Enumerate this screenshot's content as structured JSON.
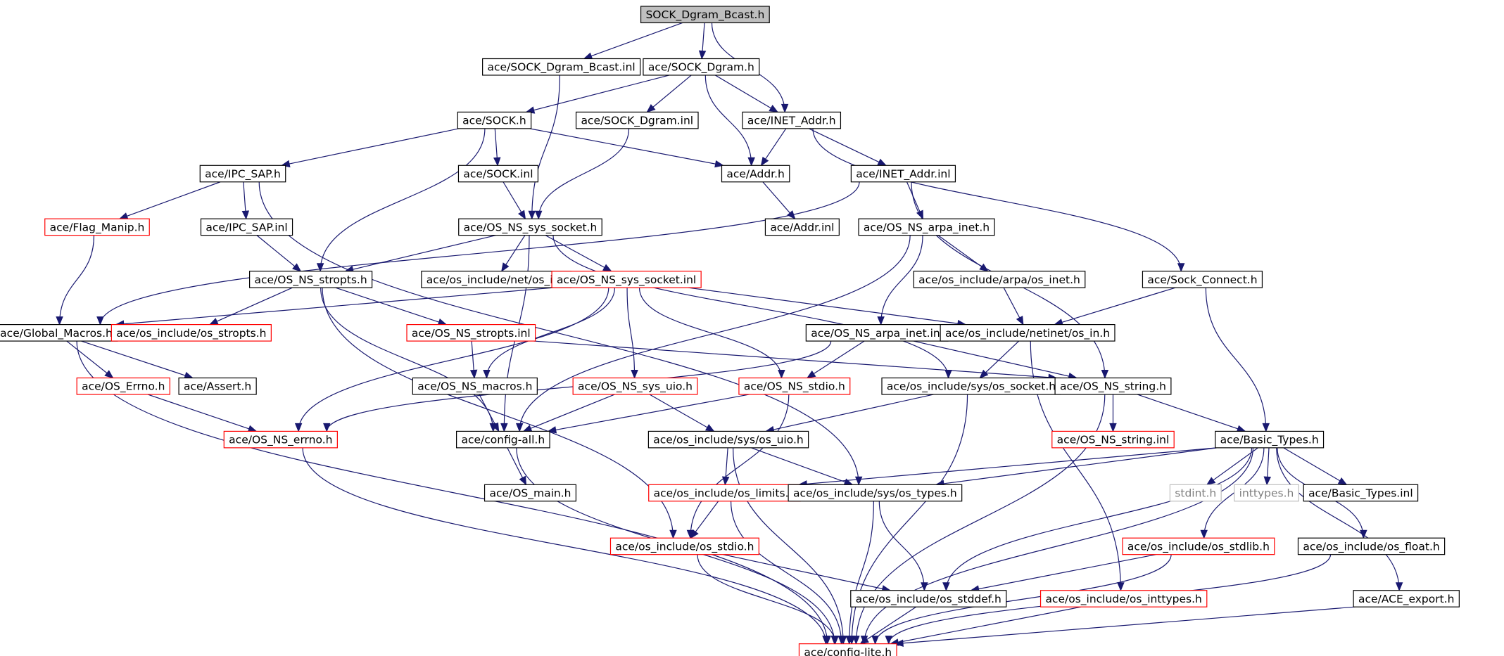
{
  "colors": {
    "edge": "#191970",
    "node_border_default": "#000000",
    "node_border_truncated": "#ff0000",
    "node_border_external": "#bfbfbf",
    "root_fill": "#bfbfbf",
    "text_default": "#000000",
    "text_external": "#7f7f7f"
  },
  "nodes": [
    {
      "id": "root",
      "label": "SOCK_Dgram_Bcast.h",
      "kind": "root"
    },
    {
      "id": "bcast_inl",
      "label": "ace/SOCK_Dgram_Bcast.inl",
      "kind": "normal"
    },
    {
      "id": "dgram_h",
      "label": "ace/SOCK_Dgram.h",
      "kind": "normal"
    },
    {
      "id": "sock_h",
      "label": "ace/SOCK.h",
      "kind": "normal"
    },
    {
      "id": "dgram_inl",
      "label": "ace/SOCK_Dgram.inl",
      "kind": "normal"
    },
    {
      "id": "inet_addr_h",
      "label": "ace/INET_Addr.h",
      "kind": "normal"
    },
    {
      "id": "ipc_sap_h",
      "label": "ace/IPC_SAP.h",
      "kind": "normal"
    },
    {
      "id": "sock_inl",
      "label": "ace/SOCK.inl",
      "kind": "normal"
    },
    {
      "id": "addr_h",
      "label": "ace/Addr.h",
      "kind": "normal"
    },
    {
      "id": "inet_addr_inl",
      "label": "ace/INET_Addr.inl",
      "kind": "normal"
    },
    {
      "id": "flag_manip",
      "label": "ace/Flag_Manip.h",
      "kind": "truncated"
    },
    {
      "id": "ipc_sap_inl",
      "label": "ace/IPC_SAP.inl",
      "kind": "normal"
    },
    {
      "id": "os_sys_socket_h",
      "label": "ace/OS_NS_sys_socket.h",
      "kind": "normal"
    },
    {
      "id": "addr_inl",
      "label": "ace/Addr.inl",
      "kind": "normal"
    },
    {
      "id": "os_arpa_inet_h",
      "label": "ace/OS_NS_arpa_inet.h",
      "kind": "normal"
    },
    {
      "id": "os_stropts_h",
      "label": "ace/OS_NS_stropts.h",
      "kind": "normal"
    },
    {
      "id": "net_os_if",
      "label": "ace/os_include/net/os_if.h",
      "kind": "normal"
    },
    {
      "id": "os_sys_socket_inl",
      "label": "ace/OS_NS_sys_socket.inl",
      "kind": "truncated"
    },
    {
      "id": "arpa_os_inet",
      "label": "ace/os_include/arpa/os_inet.h",
      "kind": "normal"
    },
    {
      "id": "sock_connect",
      "label": "ace/Sock_Connect.h",
      "kind": "normal"
    },
    {
      "id": "global_macros",
      "label": "ace/Global_Macros.h",
      "kind": "normal"
    },
    {
      "id": "os_stropts_inc",
      "label": "ace/os_include/os_stropts.h",
      "kind": "truncated"
    },
    {
      "id": "os_stropts_inl",
      "label": "ace/OS_NS_stropts.inl",
      "kind": "truncated"
    },
    {
      "id": "os_arpa_inet_inl",
      "label": "ace/OS_NS_arpa_inet.inl",
      "kind": "normal"
    },
    {
      "id": "netinet_os_in",
      "label": "ace/os_include/netinet/os_in.h",
      "kind": "normal"
    },
    {
      "id": "os_errno_cap",
      "label": "ace/OS_Errno.h",
      "kind": "truncated"
    },
    {
      "id": "assert_h",
      "label": "ace/Assert.h",
      "kind": "normal"
    },
    {
      "id": "os_macros",
      "label": "ace/OS_NS_macros.h",
      "kind": "normal"
    },
    {
      "id": "os_sys_uio",
      "label": "ace/OS_NS_sys_uio.h",
      "kind": "truncated"
    },
    {
      "id": "os_stdio_h",
      "label": "ace/OS_NS_stdio.h",
      "kind": "truncated"
    },
    {
      "id": "sys_os_socket",
      "label": "ace/os_include/sys/os_socket.h",
      "kind": "normal"
    },
    {
      "id": "os_string_h",
      "label": "ace/OS_NS_string.h",
      "kind": "normal"
    },
    {
      "id": "os_errno_h",
      "label": "ace/OS_NS_errno.h",
      "kind": "truncated"
    },
    {
      "id": "config_all",
      "label": "ace/config-all.h",
      "kind": "normal"
    },
    {
      "id": "sys_os_uio",
      "label": "ace/os_include/sys/os_uio.h",
      "kind": "normal"
    },
    {
      "id": "os_string_inl",
      "label": "ace/OS_NS_string.inl",
      "kind": "truncated"
    },
    {
      "id": "basic_types_h",
      "label": "ace/Basic_Types.h",
      "kind": "normal"
    },
    {
      "id": "os_main",
      "label": "ace/OS_main.h",
      "kind": "normal"
    },
    {
      "id": "os_limits",
      "label": "ace/os_include/os_limits.h",
      "kind": "truncated"
    },
    {
      "id": "sys_os_types",
      "label": "ace/os_include/sys/os_types.h",
      "kind": "normal"
    },
    {
      "id": "stdint",
      "label": "stdint.h",
      "kind": "external"
    },
    {
      "id": "inttypes",
      "label": "inttypes.h",
      "kind": "external"
    },
    {
      "id": "basic_types_inl",
      "label": "ace/Basic_Types.inl",
      "kind": "normal"
    },
    {
      "id": "os_stdio_inc",
      "label": "ace/os_include/os_stdio.h",
      "kind": "truncated"
    },
    {
      "id": "os_stdlib",
      "label": "ace/os_include/os_stdlib.h",
      "kind": "truncated"
    },
    {
      "id": "os_float",
      "label": "ace/os_include/os_float.h",
      "kind": "normal"
    },
    {
      "id": "os_stddef",
      "label": "ace/os_include/os_stddef.h",
      "kind": "normal"
    },
    {
      "id": "os_inttypes",
      "label": "ace/os_include/os_inttypes.h",
      "kind": "truncated"
    },
    {
      "id": "ace_export",
      "label": "ace/ACE_export.h",
      "kind": "normal"
    },
    {
      "id": "config_lite",
      "label": "ace/config-lite.h",
      "kind": "truncated"
    }
  ],
  "edges": [
    [
      "root",
      "bcast_inl"
    ],
    [
      "root",
      "dgram_h"
    ],
    [
      "root",
      "inet_addr_h"
    ],
    [
      "dgram_h",
      "sock_h"
    ],
    [
      "dgram_h",
      "dgram_inl"
    ],
    [
      "dgram_h",
      "inet_addr_h"
    ],
    [
      "dgram_h",
      "addr_h"
    ],
    [
      "bcast_inl",
      "os_sys_socket_h"
    ],
    [
      "sock_h",
      "ipc_sap_h"
    ],
    [
      "sock_h",
      "sock_inl"
    ],
    [
      "sock_h",
      "addr_h"
    ],
    [
      "sock_h",
      "os_stropts_h"
    ],
    [
      "dgram_inl",
      "os_sys_socket_h"
    ],
    [
      "inet_addr_h",
      "addr_h"
    ],
    [
      "inet_addr_h",
      "inet_addr_inl"
    ],
    [
      "inet_addr_h",
      "sock_connect"
    ],
    [
      "ipc_sap_h",
      "flag_manip"
    ],
    [
      "ipc_sap_h",
      "ipc_sap_inl"
    ],
    [
      "ipc_sap_h",
      "sys_os_types"
    ],
    [
      "sock_inl",
      "os_sys_socket_h"
    ],
    [
      "addr_h",
      "addr_inl"
    ],
    [
      "inet_addr_inl",
      "global_macros"
    ],
    [
      "inet_addr_inl",
      "os_arpa_inet_h"
    ],
    [
      "inet_addr_inl",
      "os_string_h"
    ],
    [
      "flag_manip",
      "global_macros"
    ],
    [
      "ipc_sap_inl",
      "os_stropts_h"
    ],
    [
      "os_sys_socket_h",
      "os_stropts_h"
    ],
    [
      "os_sys_socket_h",
      "net_os_if"
    ],
    [
      "os_sys_socket_h",
      "os_sys_socket_inl"
    ],
    [
      "os_sys_socket_h",
      "config_all"
    ],
    [
      "os_sys_socket_h",
      "sys_os_socket"
    ],
    [
      "os_arpa_inet_h",
      "arpa_os_inet"
    ],
    [
      "os_arpa_inet_h",
      "os_arpa_inet_inl"
    ],
    [
      "os_arpa_inet_h",
      "config_all"
    ],
    [
      "os_stropts_h",
      "os_stropts_inc"
    ],
    [
      "os_stropts_h",
      "os_stropts_inl"
    ],
    [
      "os_stropts_h",
      "config_all"
    ],
    [
      "os_stropts_h",
      "os_stdio_inc"
    ],
    [
      "os_sys_socket_inl",
      "global_macros"
    ],
    [
      "os_sys_socket_inl",
      "os_errno_h"
    ],
    [
      "os_sys_socket_inl",
      "os_macros"
    ],
    [
      "os_sys_socket_inl",
      "os_sys_uio"
    ],
    [
      "os_sys_socket_inl",
      "os_stdio_h"
    ],
    [
      "os_sys_socket_inl",
      "netinet_os_in"
    ],
    [
      "arpa_os_inet",
      "netinet_os_in"
    ],
    [
      "sock_connect",
      "netinet_os_in"
    ],
    [
      "sock_connect",
      "basic_types_h"
    ],
    [
      "global_macros",
      "os_errno_cap"
    ],
    [
      "global_macros",
      "assert_h"
    ],
    [
      "global_macros",
      "config_lite"
    ],
    [
      "os_stropts_inl",
      "os_macros"
    ],
    [
      "os_stropts_inl",
      "os_string_h"
    ],
    [
      "os_arpa_inet_inl",
      "os_stdio_h"
    ],
    [
      "os_arpa_inet_inl",
      "os_string_h"
    ],
    [
      "os_arpa_inet_inl",
      "os_errno_h"
    ],
    [
      "netinet_os_in",
      "sys_os_socket"
    ],
    [
      "netinet_os_in",
      "os_inttypes"
    ],
    [
      "os_errno_cap",
      "os_errno_h"
    ],
    [
      "os_macros",
      "config_all"
    ],
    [
      "os_sys_uio",
      "config_all"
    ],
    [
      "os_sys_uio",
      "sys_os_uio"
    ],
    [
      "os_stdio_h",
      "config_all"
    ],
    [
      "os_stdio_h",
      "os_stdio_inc"
    ],
    [
      "sys_os_socket",
      "sys_os_uio"
    ],
    [
      "sys_os_socket",
      "config_lite"
    ],
    [
      "os_string_h",
      "os_string_inl"
    ],
    [
      "os_string_h",
      "basic_types_h"
    ],
    [
      "os_string_h",
      "config_lite"
    ],
    [
      "os_errno_h",
      "config_lite"
    ],
    [
      "config_all",
      "os_main"
    ],
    [
      "config_all",
      "config_lite"
    ],
    [
      "sys_os_uio",
      "os_limits"
    ],
    [
      "sys_os_uio",
      "sys_os_types"
    ],
    [
      "sys_os_uio",
      "config_lite"
    ],
    [
      "basic_types_h",
      "os_limits"
    ],
    [
      "basic_types_h",
      "sys_os_types"
    ],
    [
      "basic_types_h",
      "stdint"
    ],
    [
      "basic_types_h",
      "inttypes"
    ],
    [
      "basic_types_h",
      "basic_types_inl"
    ],
    [
      "basic_types_h",
      "os_stdlib"
    ],
    [
      "basic_types_h",
      "os_float"
    ],
    [
      "basic_types_h",
      "os_stddef"
    ],
    [
      "basic_types_h",
      "ace_export"
    ],
    [
      "basic_types_h",
      "config_lite"
    ],
    [
      "os_limits",
      "os_stdio_inc"
    ],
    [
      "os_limits",
      "config_lite"
    ],
    [
      "sys_os_types",
      "os_stddef"
    ],
    [
      "sys_os_types",
      "config_lite"
    ],
    [
      "os_stdio_inc",
      "os_stddef"
    ],
    [
      "os_stdio_inc",
      "config_lite"
    ],
    [
      "os_stdlib",
      "os_stddef"
    ],
    [
      "os_stdlib",
      "config_lite"
    ],
    [
      "os_float",
      "config_lite"
    ],
    [
      "os_stddef",
      "config_lite"
    ],
    [
      "os_inttypes",
      "config_lite"
    ],
    [
      "ace_export",
      "config_lite"
    ]
  ]
}
